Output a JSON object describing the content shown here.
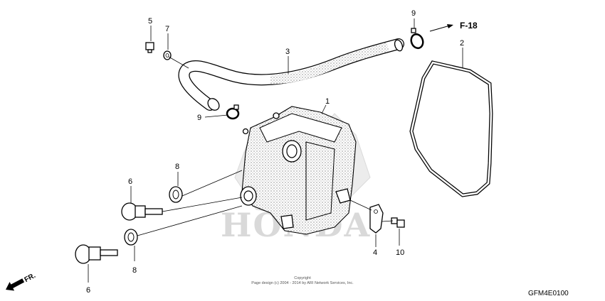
{
  "direction_ref": {
    "arrow_label": "F-18"
  },
  "front_marker": {
    "label": "FR."
  },
  "callouts": {
    "c1": "1",
    "c2": "2",
    "c3": "3",
    "c4": "4",
    "c5": "5",
    "c6_top": "6",
    "c6_bottom": "6",
    "c7": "7",
    "c8_top": "8",
    "c8_bottom": "8",
    "c9_top": "9",
    "c9_left": "9",
    "c10": "10"
  },
  "watermark": {
    "text": "HONDA"
  },
  "copyright": {
    "line1": "Copyright",
    "line2": "Page design (c) 2004 - 2014 by ARI Network Services, Inc."
  },
  "diagram_code": "GFM4E0100"
}
